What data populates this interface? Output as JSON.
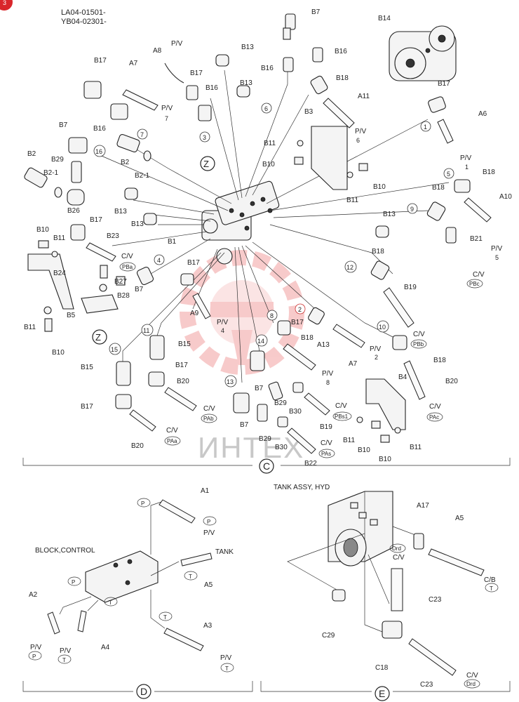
{
  "corner_badge": "3",
  "header": {
    "line1": "LA04-01501-",
    "line2": "YB04-02301-"
  },
  "watermark": "ИНТЕХ",
  "sections": {
    "c": "C",
    "d": "D",
    "e": "E"
  },
  "section_titles": {
    "block_control": "BLOCK,CONTROL",
    "tank_assy": "TANK ASSY, HYD"
  },
  "view_marker": "Z",
  "circled_numbers": [
    "1",
    "2",
    "3",
    "4",
    "5",
    "6",
    "7",
    "8",
    "9",
    "10",
    "11",
    "12",
    "13",
    "14",
    "15",
    "16"
  ],
  "parts": {
    "b1": "B1",
    "b2": "B2",
    "b2_1": "B2-1",
    "b3": "B3",
    "b4": "B4",
    "b5": "B5",
    "b7": "B7",
    "b10": "B10",
    "b11": "B11",
    "b13": "B13",
    "b14": "B14",
    "b15": "B15",
    "b16": "B16",
    "b17": "B17",
    "b18": "B18",
    "b19": "B19",
    "b20": "B20",
    "b21": "B21",
    "b22": "B22",
    "b23": "B23",
    "b24": "B24",
    "b26": "B26",
    "b27": "B27",
    "b28": "B28",
    "b29": "B29",
    "b30": "B30",
    "a1": "A1",
    "a2": "A2",
    "a3": "A3",
    "a4": "A4",
    "a5": "A5",
    "a6": "A6",
    "a7": "A7",
    "a8": "A8",
    "a9": "A9",
    "a10": "A10",
    "a11": "A11",
    "a13": "A13",
    "a17": "A17",
    "c18": "C18",
    "c23": "C23",
    "c29": "C29"
  },
  "ports": {
    "pv": "P/V",
    "cv": "C/V",
    "cb": "C/B",
    "tank": "TANK",
    "p": "P",
    "t": "T",
    "drd": "Drd",
    "pbs1": "PBs1",
    "pbc": "PBc",
    "pbb": "PBb",
    "pba": "PBa",
    "pac": "PAc",
    "pab": "PAb",
    "paa": "PAa",
    "pas": "PAs"
  }
}
